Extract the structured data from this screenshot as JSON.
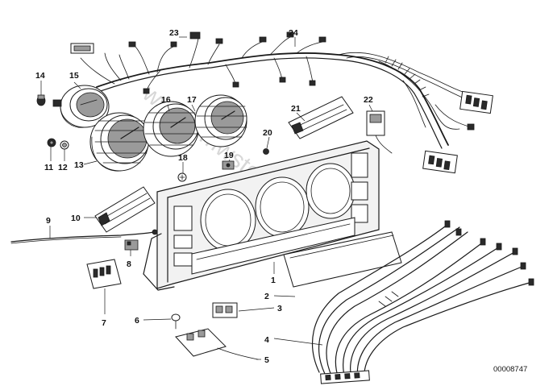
{
  "callouts": [
    "1",
    "2",
    "3",
    "4",
    "5",
    "6",
    "7",
    "8",
    "9",
    "10",
    "11",
    "12",
    "13",
    "14",
    "15",
    "16",
    "17",
    "18",
    "19",
    "20",
    "21",
    "22",
    "23",
    "24"
  ],
  "reference_number": "00008747",
  "watermark": "www.bmwstore.pl"
}
